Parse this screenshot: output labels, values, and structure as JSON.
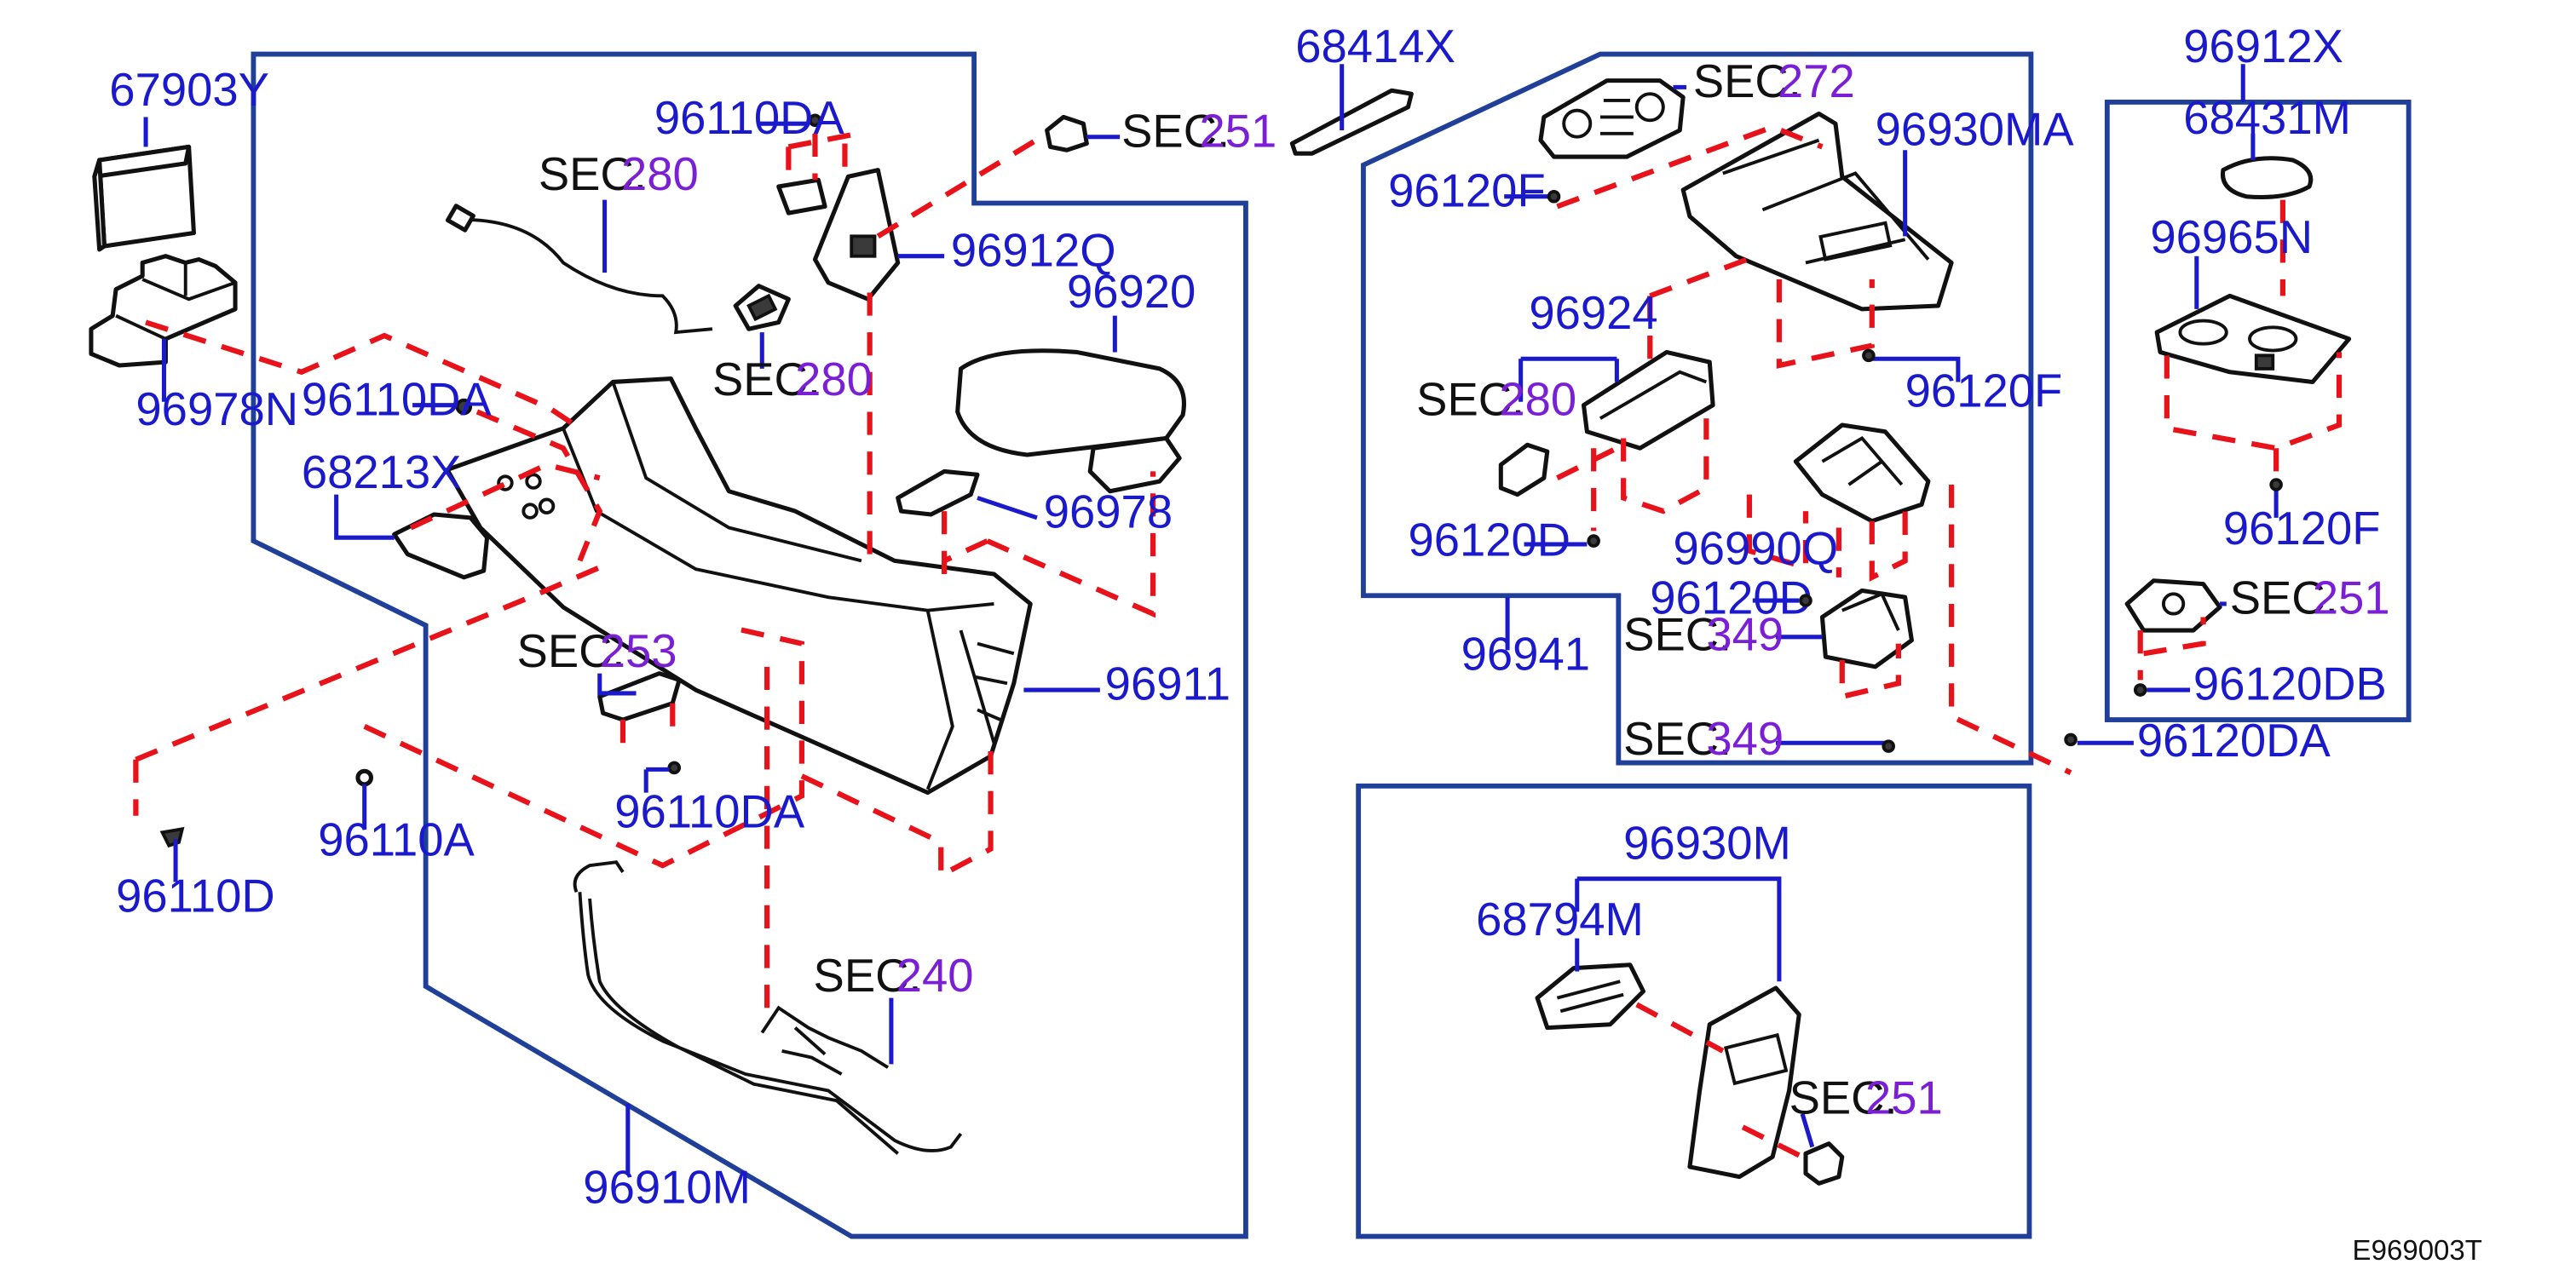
{
  "diagram_code": "E969003T",
  "sec_prefix": "SEC.",
  "parts": {
    "p67903Y": "67903Y",
    "p96978N": "96978N",
    "p96110DA_a": "96110DA",
    "p96110DA_b": "96110DA",
    "p96110DA_c": "96110DA",
    "p68213X": "68213X",
    "p96110D": "96110D",
    "p96110A": "96110A",
    "p96912Q": "96912Q",
    "p96920": "96920",
    "p96978": "96978",
    "p96911": "96911",
    "p96910M": "96910M",
    "p68414X": "68414X",
    "p96930MA": "96930MA",
    "p96120F_a": "96120F",
    "p96120F_b": "96120F",
    "p96120F_c": "96120F",
    "p96924": "96924",
    "p96120D_a": "96120D",
    "p96120D_b": "96120D",
    "p96990Q": "96990Q",
    "p96941": "96941",
    "p96912X": "96912X",
    "p68431M": "68431M",
    "p96965N": "96965N",
    "p96120DB": "96120DB",
    "p96120DA": "96120DA",
    "p96930M": "96930M",
    "p68794M": "68794M"
  },
  "sections": {
    "s280a": "280",
    "s251a": "251",
    "s280b": "280",
    "s253": "253",
    "s240": "240",
    "s272": "272",
    "s280c": "280",
    "s349a": "349",
    "s349b": "349",
    "s251b": "251",
    "s251c": "251"
  },
  "colors": {
    "part_number": "#1a1acc",
    "section_number": "#7a1fd6",
    "dashed_reference": "#e8121a",
    "group_outline": "#1f3f99"
  }
}
